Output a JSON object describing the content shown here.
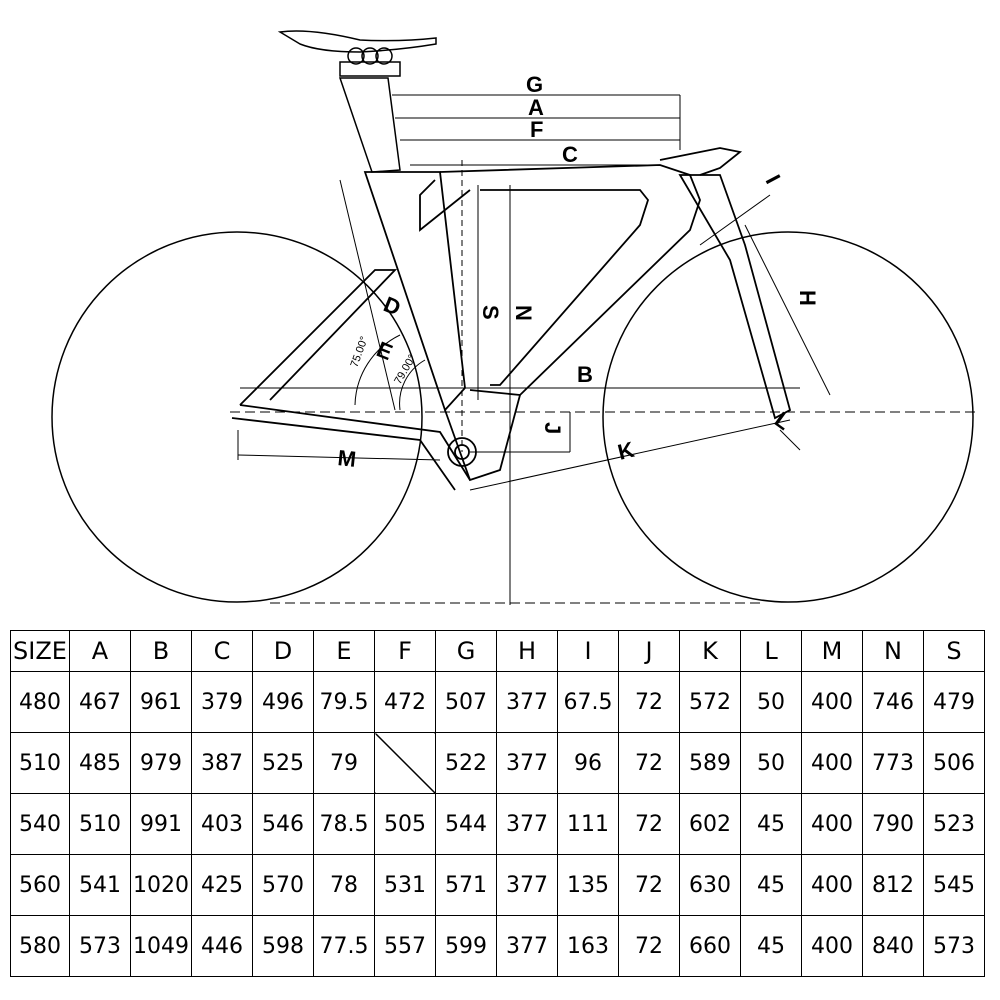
{
  "diagram": {
    "dimension_letters": [
      "G",
      "A",
      "F",
      "C",
      "I",
      "H",
      "S",
      "N",
      "D",
      "E",
      "B",
      "J",
      "K",
      "L",
      "M"
    ],
    "angle_labels": [
      "75.00°",
      "79.00°"
    ]
  },
  "table": {
    "headers": [
      "SIZE",
      "A",
      "B",
      "C",
      "D",
      "E",
      "F",
      "G",
      "H",
      "I",
      "J",
      "K",
      "L",
      "M",
      "N",
      "S"
    ],
    "rows": [
      [
        "480",
        "467",
        "961",
        "379",
        "496",
        "79.5",
        "472",
        "507",
        "377",
        "67.5",
        "72",
        "572",
        "50",
        "400",
        "746",
        "479"
      ],
      [
        "510",
        "485",
        "979",
        "387",
        "525",
        "79",
        "",
        "522",
        "377",
        "96",
        "72",
        "589",
        "50",
        "400",
        "773",
        "506"
      ],
      [
        "540",
        "510",
        "991",
        "403",
        "546",
        "78.5",
        "505",
        "544",
        "377",
        "111",
        "72",
        "602",
        "45",
        "400",
        "790",
        "523"
      ],
      [
        "560",
        "541",
        "1020",
        "425",
        "570",
        "78",
        "531",
        "571",
        "377",
        "135",
        "72",
        "630",
        "45",
        "400",
        "812",
        "545"
      ],
      [
        "580",
        "573",
        "1049",
        "446",
        "598",
        "77.5",
        "557",
        "599",
        "377",
        "163",
        "72",
        "660",
        "45",
        "400",
        "840",
        "573"
      ]
    ]
  }
}
